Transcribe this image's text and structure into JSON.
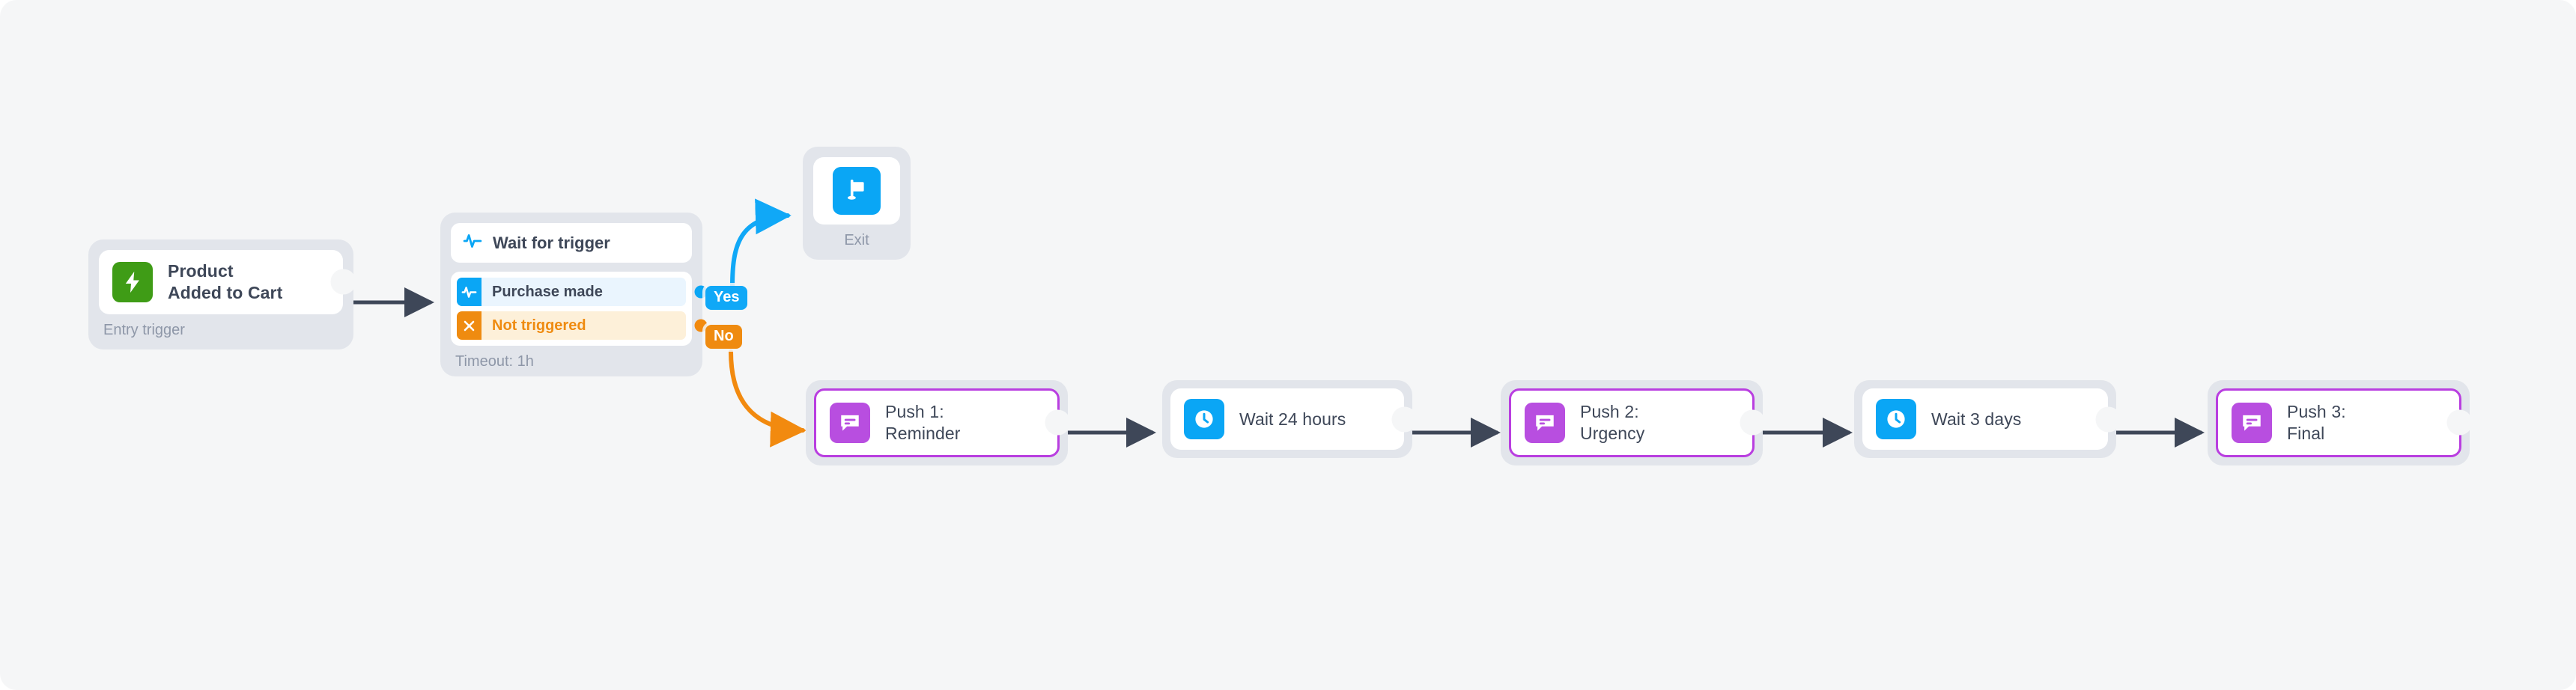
{
  "canvas": {
    "background": "#f5f6f7",
    "accent_blue": "#0aa6f5",
    "accent_orange": "#ef8b10",
    "accent_purple": "#b84ee0",
    "accent_green": "#3f9c16",
    "edge_dark": "#3e4758",
    "group_bg": "#e2e5eb"
  },
  "nodes": {
    "entry": {
      "title": "Product\nAdded to Cart",
      "caption": "Entry trigger",
      "icon": "lightning-bolt-icon"
    },
    "wait_trigger": {
      "header": "Wait for trigger",
      "header_icon": "activity-pulse-icon",
      "caption": "Timeout: 1h",
      "branches": [
        {
          "label": "Purchase made",
          "icon": "activity-pulse-icon",
          "state": "yes"
        },
        {
          "label": "Not triggered",
          "icon": "x-close-icon",
          "state": "no"
        }
      ]
    },
    "exit": {
      "caption": "Exit",
      "icon": "flag-icon"
    },
    "push1": {
      "title": "Push 1:\nReminder",
      "icon": "push-message-icon"
    },
    "wait24": {
      "title": "Wait 24 hours",
      "icon": "clock-icon"
    },
    "push2": {
      "title": "Push 2:\nUrgency",
      "icon": "push-message-icon"
    },
    "wait3d": {
      "title": "Wait 3 days",
      "icon": "clock-icon"
    },
    "push3": {
      "title": "Push 3:\nFinal",
      "icon": "push-message-icon"
    }
  },
  "edges": {
    "yes_label": "Yes",
    "no_label": "No"
  }
}
